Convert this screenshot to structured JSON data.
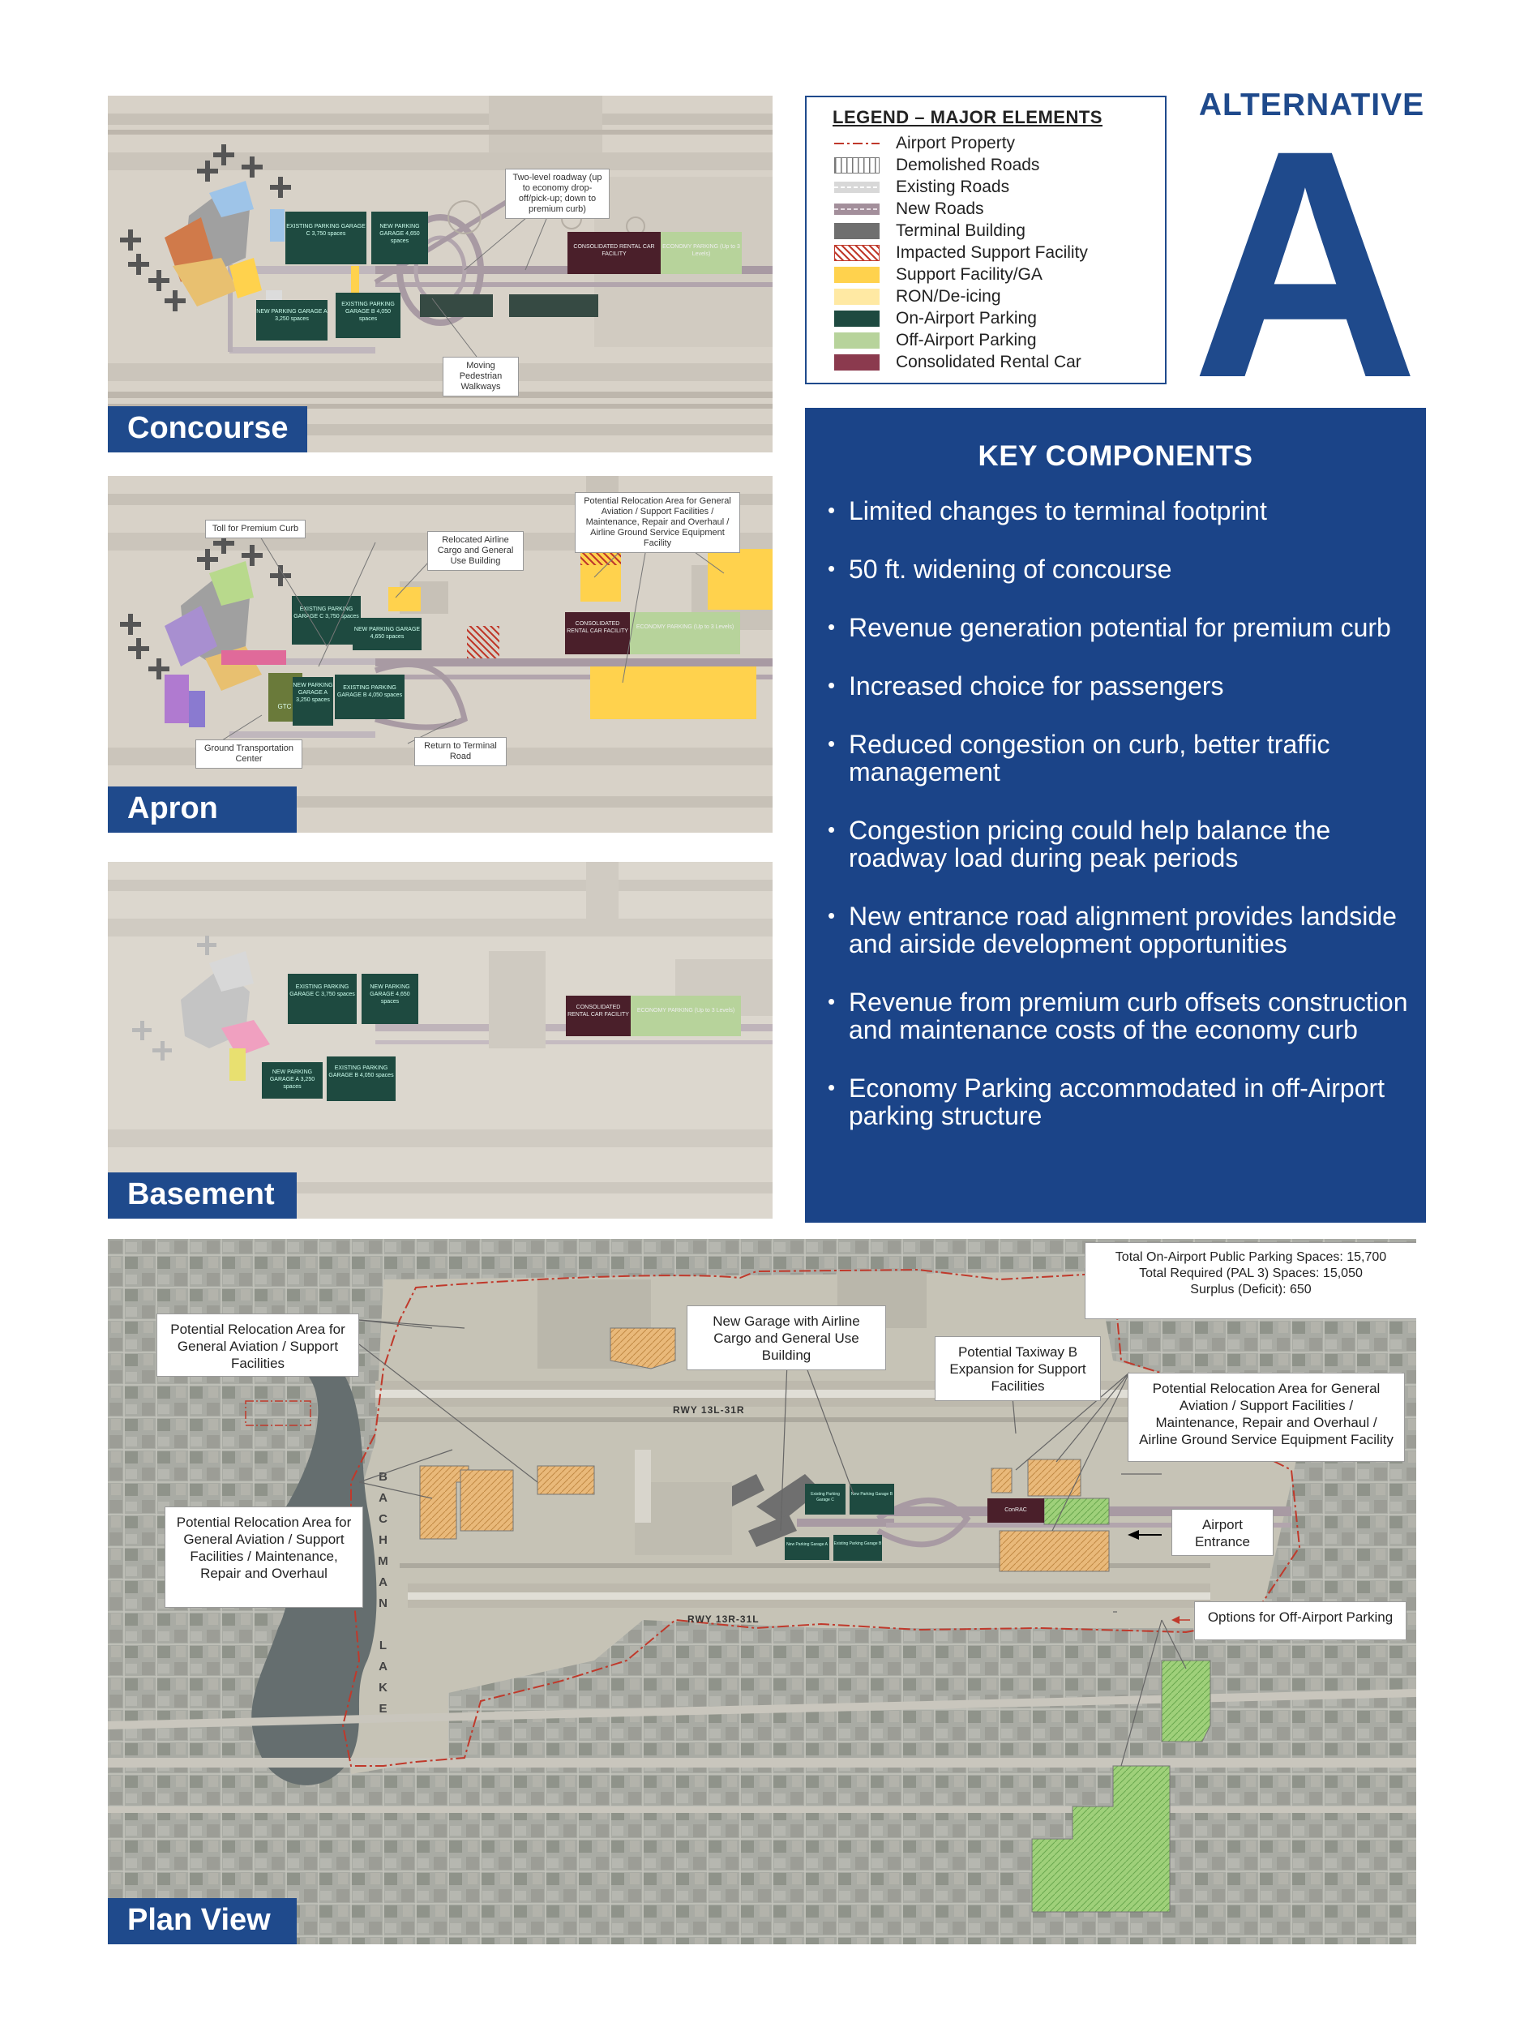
{
  "header": {
    "alternative": "ALTERNATIVE",
    "letter": "A"
  },
  "legend": {
    "title": "LEGEND – MAJOR ELEMENTS",
    "items": [
      {
        "label": "Airport Property",
        "color": "#c0392b",
        "style": "dashdot-line"
      },
      {
        "label": "Demolished Roads",
        "color": "#888888",
        "style": "hatched-vertical"
      },
      {
        "label": "Existing Roads",
        "color": "#bbbbbb",
        "style": "dashed-gray"
      },
      {
        "label": "New Roads",
        "color": "#a38f9b",
        "style": "dashed-mauve"
      },
      {
        "label": "Terminal Building",
        "color": "#6f6f6f",
        "style": "solid"
      },
      {
        "label": "Impacted Support Facility",
        "color": "#c0392b",
        "style": "hatched-red"
      },
      {
        "label": "Support Facility/GA",
        "color": "#ffd24d",
        "style": "solid"
      },
      {
        "label": "RON/De-icing",
        "color": "#ffe9a3",
        "style": "solid"
      },
      {
        "label": "On-Airport Parking",
        "color": "#1e4a40",
        "style": "solid"
      },
      {
        "label": "Off-Airport Parking",
        "color": "#b7d39b",
        "style": "solid"
      },
      {
        "label": "Consolidated Rental Car",
        "color": "#8b3a4e",
        "style": "solid"
      }
    ]
  },
  "key_components": {
    "title": "KEY COMPONENTS",
    "items": [
      "Limited changes to terminal footprint",
      "50 ft. widening of concourse",
      "Revenue generation potential for premium curb",
      "Increased choice for passengers",
      "Reduced congestion on curb, better traffic management",
      "Congestion pricing could help balance the roadway load during peak periods",
      "New entrance road alignment provides landside and airside development opportunities",
      "Revenue from premium curb offsets construction and maintenance costs of the economy curb",
      "Economy Parking accommodated in off-Airport parking structure"
    ]
  },
  "panels": {
    "concourse": {
      "label": "Concourse",
      "annotations": {
        "roadway": "Two-level roadway (up to economy drop-off/pick-up; down to premium curb)",
        "walkways": "Moving Pedestrian Walkways"
      },
      "blocks": {
        "garage_c": "EXISTING PARKING GARAGE C 3,750 spaces",
        "new_garage": "NEW PARKING GARAGE 4,650 spaces",
        "garage_a": "NEW PARKING GARAGE A 3,250 spaces",
        "garage_b": "EXISTING PARKING GARAGE B 4,050 spaces",
        "rental": "CONSOLIDATED RENTAL CAR FACILITY",
        "economy": "ECONOMY PARKING (Up to 3 Levels)"
      }
    },
    "apron": {
      "label": "Apron",
      "annotations": {
        "toll": "Toll for Premium Curb",
        "cargo": "Relocated Airline Cargo and General Use Building",
        "relocation": "Potential Relocation Area for General Aviation / Support Facilities / Maintenance, Repair and Overhaul / Airline Ground Service Equipment Facility",
        "gtc_label": "Ground Transportation Center",
        "return": "Return to Terminal Road"
      },
      "blocks": {
        "garage_c": "EXISTING PARKING GARAGE C 3,750 spaces",
        "new_garage": "NEW PARKING GARAGE 4,650 spaces",
        "garage_a": "NEW PARKING GARAGE A 3,250 spaces",
        "garage_b": "EXISTING PARKING GARAGE B 4,050 spaces",
        "gtc": "GTC",
        "rental": "CONSOLIDATED RENTAL CAR FACILITY",
        "economy": "ECONOMY PARKING (Up to 3 Levels)"
      }
    },
    "basement": {
      "label": "Basement",
      "blocks": {
        "garage_c": "EXISTING PARKING GARAGE C 3,750 spaces",
        "new_garage": "NEW PARKING GARAGE 4,650 spaces",
        "garage_a": "NEW PARKING GARAGE A 3,250 spaces",
        "garage_b": "EXISTING PARKING GARAGE B 4,050 spaces",
        "rental": "CONSOLIDATED RENTAL CAR FACILITY",
        "economy": "ECONOMY PARKING (Up to 3 Levels)"
      }
    },
    "plan": {
      "label": "Plan View",
      "summary": [
        "Total On-Airport Public Parking Spaces: 15,700",
        "Total Required (PAL 3) Spaces: 15,050",
        "Surplus (Deficit): 650"
      ],
      "callouts": {
        "ga_north": "Potential Relocation Area for General Aviation / Support Facilities",
        "new_garage": "New Garage with Airline Cargo and General Use Building",
        "taxiway": "Potential Taxiway B Expansion for Support Facilities",
        "ga_east": "Potential Relocation Area for General Aviation / Support Facilities / Maintenance, Repair and Overhaul / Airline Ground Service Equipment Facility",
        "ga_west": "Potential Relocation Area for General Aviation / Support Facilities / Maintenance, Repair and Overhaul",
        "entrance": "Airport Entrance",
        "offairport": "Options for Off-Airport Parking"
      },
      "runways": {
        "north": "RWY 13L-31R",
        "south": "RWY 13R-31L"
      },
      "lake": "BACHMAN LAKE",
      "blocks": {
        "garage_c": "Existing Parking Garage C",
        "garage_new": "New Parking Garage B",
        "garage_a": "New Parking Garage A",
        "garage_b": "Existing Parking Garage B",
        "conrac": "ConRAC"
      }
    }
  }
}
